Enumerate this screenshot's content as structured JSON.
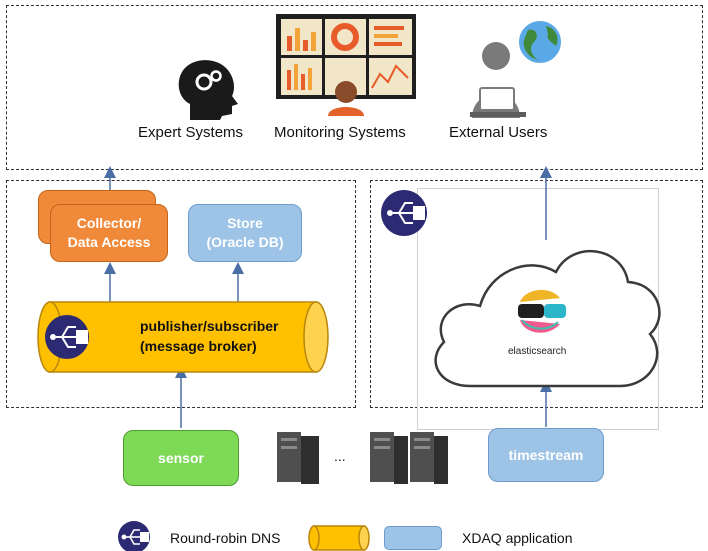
{
  "top": {
    "expert_label": "Expert Systems",
    "monitoring_label": "Monitoring Systems",
    "external_label": "External Users"
  },
  "left_panel": {
    "collector_line1": "Collector/",
    "collector_line2": "Data Access",
    "store_line1": "Store",
    "store_line2": "(Oracle DB)",
    "broker_line1": "publisher/subscriber",
    "broker_line2": "(message broker)"
  },
  "right_panel": {
    "elastic_label": "elasticsearch"
  },
  "bottom": {
    "sensor_label": "sensor",
    "ellipsis": "...",
    "timestream_label": "timestream"
  },
  "legend": {
    "dns_label": "Round-robin DNS",
    "xdaq_label": "XDAQ application"
  },
  "colors": {
    "orange": "#f08a3a",
    "blue": "#9dc3e6",
    "green": "#7ed957",
    "yellow": "#ffc000",
    "navy": "#2b2a72",
    "arrow": "#4a6fa5"
  }
}
